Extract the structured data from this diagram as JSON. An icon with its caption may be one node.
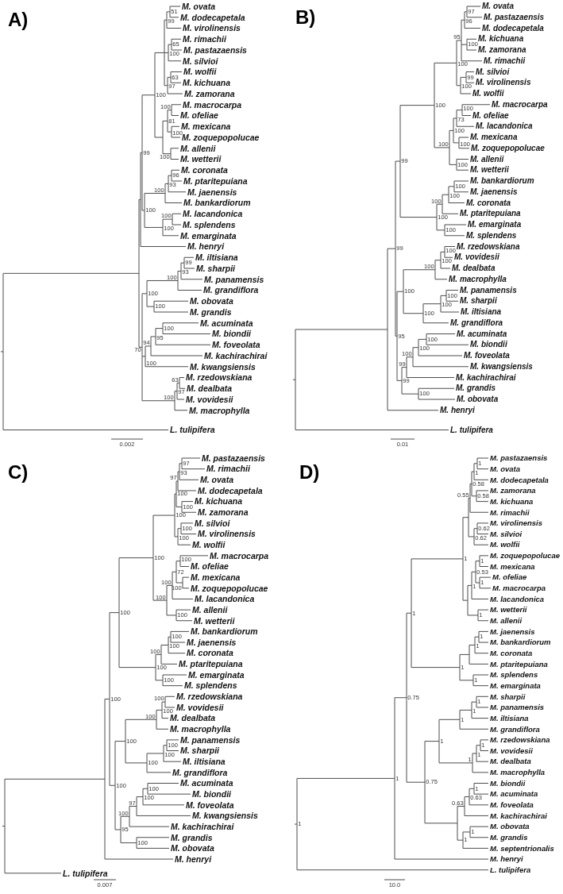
{
  "diagram": {
    "labels": [
      "A)",
      "M. ovata",
      "M. dodecapetala",
      "M. virolinensis",
      "M. rimachii",
      "M. pastazaensis",
      "M. silvioi",
      "M. wolfii",
      "M. kichuana",
      "M. zamorana",
      "M. macrocarpa",
      "M. ofeliae",
      "M. mexicana",
      "M. zoquepopolucae",
      "M. allenii",
      "M. wetterii",
      "M. coronata",
      "M. ptaritepuiana",
      "M. jaenensis",
      "M. bankardiorum",
      "M. lacandonica",
      "M. splendens",
      "M. emarginata",
      "M. henryi",
      "M. iltisiana",
      "M. sharpii",
      "M. panamensis",
      "M. grandiflora",
      "M. obovata",
      "M. grandis",
      "M. acuminata",
      "M. biondii",
      "M. foveolata",
      "M. kachirachirai",
      "M. kwangsiensis",
      "M. rzedowskiana",
      "M. dealbata",
      "M. vovidesii",
      "M. macrophylla",
      "L. tulipifera",
      "51",
      "99",
      "65",
      "100",
      "63",
      "97",
      "100",
      "100",
      "81",
      "100",
      "100",
      "96",
      "93",
      "100",
      "100",
      "100",
      "100",
      "99",
      "99",
      "93",
      "100",
      "100",
      "100",
      "100",
      "95",
      "94",
      "100",
      "63",
      "97",
      "100",
      "70",
      "0.002",
      "B)",
      "M. ovata",
      "M. pastazaensis",
      "M. dodecapetala",
      "M. kichuana",
      "M. zamorana",
      "M. rimachii",
      "M. silvioi",
      "M. virolinensis",
      "M. wolfii",
      "M. macrocarpa",
      "M. ofeliae",
      "M. lacandonica",
      "M. mexicana",
      "M. zoquepopolucae",
      "M. allenii",
      "M. wetterii",
      "M. bankardiorum",
      "M. jaenensis",
      "M. coronata",
      "M. ptaritepuiana",
      "M. emarginata",
      "M. splendens",
      "M. rzedowskiana",
      "M. vovidesii",
      "M. dealbata",
      "M. macrophylla",
      "M. panamensis",
      "M. sharpii",
      "M. iltisiana",
      "M. grandiflora",
      "M. acuminata",
      "M. biondii",
      "M. foveolata",
      "M. kwangsiensis",
      "M. kachirachirai",
      "M. grandis",
      "M. obovata",
      "M. henryi",
      "L. tulipifera",
      "97",
      "96",
      "100",
      "95",
      "99",
      "100",
      "100",
      "100",
      "73",
      "100",
      "100",
      "100",
      "100",
      "100",
      "100",
      "100",
      "100",
      "100",
      "100",
      "99",
      "100",
      "100",
      "100",
      "100",
      "100",
      "100",
      "100",
      "100",
      "100",
      "100",
      "99",
      "100",
      "99",
      "95",
      "99",
      "0.01",
      "C)",
      "M. pastazaensis",
      "M. rimachii",
      "M. ovata",
      "M. dodecapetala",
      "M. kichuana",
      "M. zamorana",
      "M. silvioi",
      "M. virolinensis",
      "M. wolfii",
      "M. macrocarpa",
      "M. ofeliae",
      "M. mexicana",
      "M. zoquepopolucae",
      "M. lacandonica",
      "M. allenii",
      "M. wetterii",
      "M. bankardiorum",
      "M. jaenensis",
      "M. coronata",
      "M. ptaritepuiana",
      "M. emarginata",
      "M. splendens",
      "M. rzedowskiana",
      "M. vovidesii",
      "M. dealbata",
      "M. macrophylla",
      "M. panamensis",
      "M. sharpii",
      "M. iltisiana",
      "M. grandiflora",
      "M. acuminata",
      "M. biondii",
      "M. foveolata",
      "M. kwangsiensis",
      "M. kachirachirai",
      "M. grandis",
      "M. obovata",
      "M. henryi",
      "L. tulipifera",
      "97",
      "93",
      "97",
      "100",
      "100",
      "100",
      "100",
      "100",
      "100",
      "100",
      "72",
      "100",
      "100",
      "100",
      "100",
      "100",
      "100",
      "100",
      "100",
      "100",
      "100",
      "100",
      "100",
      "100",
      "100",
      "100",
      "100",
      "100",
      "100",
      "100",
      "97",
      "100",
      "100",
      "95",
      "100",
      "100",
      "0.007",
      "D)",
      "M. pastazaensis",
      "M. ovata",
      "M. dodecapetala",
      "M. zamorana",
      "M. kichuana",
      "M. rimachii",
      "M. virolinensis",
      "M. silvioi",
      "M. wolfii",
      "M. zoquepopolucae",
      "M. mexicana",
      "M. ofeliae",
      "M. macrocarpa",
      "M. lacandonica",
      "M. wetterii",
      "M. allenii",
      "M. jaenensis",
      "M. bankardiorum",
      "M. coronata",
      "M. ptaritepuiana",
      "M. splendens",
      "M. emarginata",
      "M. sharpii",
      "M. panamensis",
      "M. iltisiana",
      "M. grandiflora",
      "M. rzedowskiana",
      "M. vovidesii",
      "M. dealbata",
      "M. macrophylla",
      "M. biondii",
      "M. acuminata",
      "M. foveolata",
      "M. kachirachirai",
      "M. obovata",
      "M. grandis",
      "M. septentrionalis",
      "M. henryi",
      "L. tulipifera",
      "1",
      "1",
      "0.58",
      "0.58",
      "0.55",
      "0.62",
      "0.62",
      "1",
      "1",
      "0.53",
      "1",
      "1",
      "1",
      "1",
      "1",
      "1",
      "1",
      "1",
      "1",
      "1",
      "1",
      "1",
      "1",
      "1",
      "1",
      "1",
      "0.63",
      "0.63",
      "1",
      "1",
      "0.75",
      "0.75",
      "1",
      "1",
      "10.0"
    ]
  }
}
